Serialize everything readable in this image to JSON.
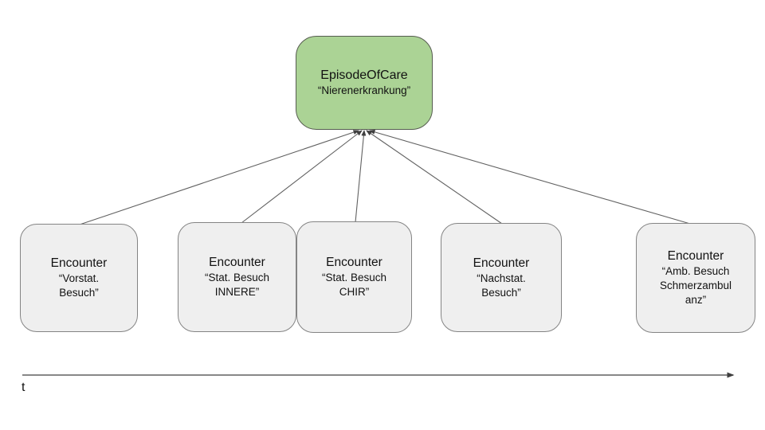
{
  "diagram": {
    "episode": {
      "title": "EpisodeOfCare",
      "subtitle": "“Nierenerkrankung”"
    },
    "encounters": [
      {
        "title": "Encounter",
        "subtitle": "“Vorstat.\nBesuch”"
      },
      {
        "title": "Encounter",
        "subtitle": "“Stat. Besuch\nINNERE”"
      },
      {
        "title": "Encounter",
        "subtitle": "“Stat. Besuch\nCHIR”"
      },
      {
        "title": "Encounter",
        "subtitle": "“Nachstat.\nBesuch”"
      },
      {
        "title": "Encounter",
        "subtitle": "“Amb. Besuch\nSchmerzambul\nanz”"
      }
    ],
    "timeline_label": "t",
    "colors": {
      "episode_fill": "#abd395",
      "episode_border": "#565c50",
      "encounter_fill": "#efefef",
      "encounter_border": "#848484",
      "connector": "#616161",
      "arrowhead": "#3f3f3f",
      "text": "#121212"
    }
  }
}
